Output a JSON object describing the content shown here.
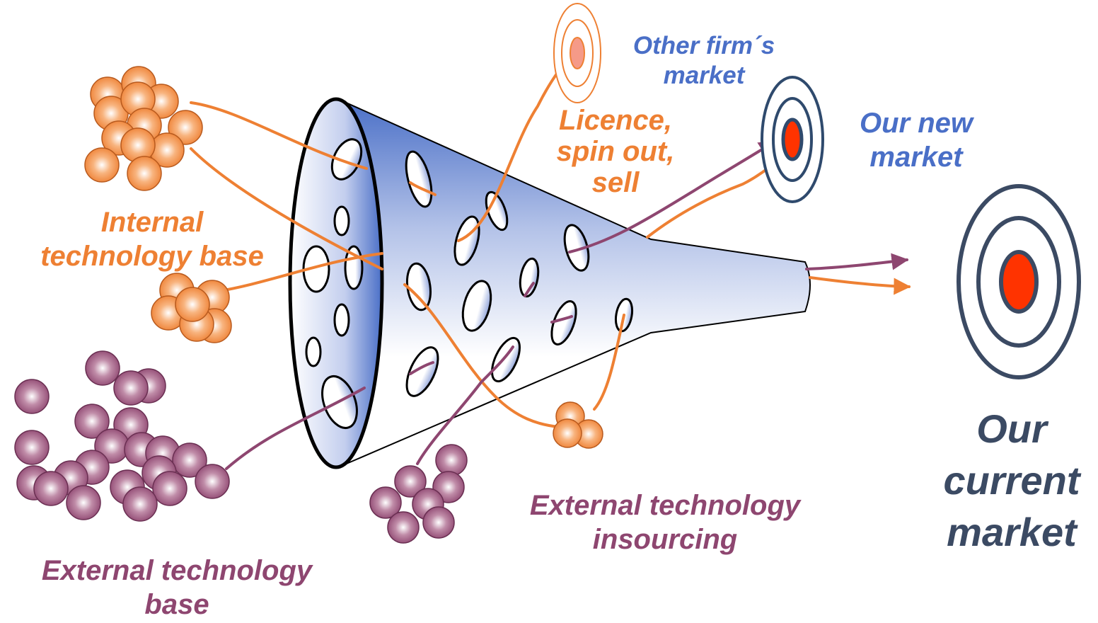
{
  "labels": {
    "internal_base": [
      "Internal",
      "technology base"
    ],
    "external_base": [
      "External technology",
      "base"
    ],
    "licence": [
      "Licence,",
      "spin out,",
      "sell"
    ],
    "other_market": [
      "Other firm´s",
      "market"
    ],
    "new_market": [
      "Our new",
      "market"
    ],
    "current_market": [
      "Our",
      "current",
      "market"
    ],
    "insourcing": [
      "External technology",
      "insourcing"
    ]
  },
  "colors": {
    "internal": "#EE8033",
    "external": "#8E4670",
    "other_market": "#4A6FC7",
    "current_market": "#3B4A63",
    "target_center": "#FF3300",
    "funnel_dark": "#4A6FC7",
    "funnel_light": "#FFFFFF"
  }
}
